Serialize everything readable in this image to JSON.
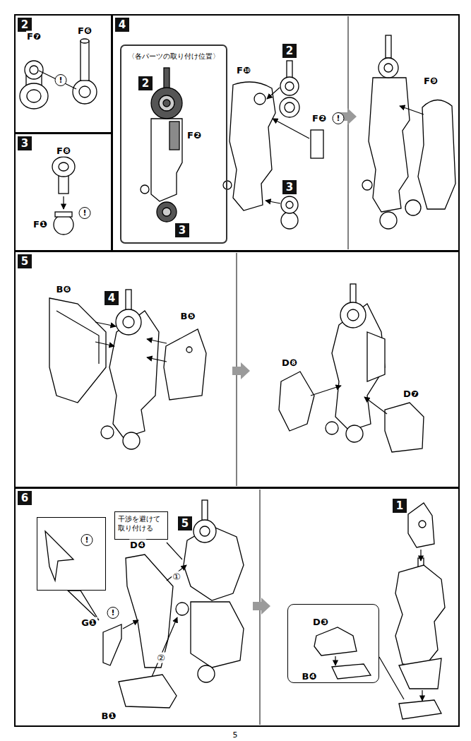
{
  "diagram": {
    "nodes": [
      {
        "text": [
          "2"
        ]
      },
      {
        "text": [
          "3"
        ]
      },
      {
        "text": [
          "4"
        ]
      },
      {
        "text": [
          "〈各パーツの取り付け位置〉"
        ],
        "in": 2
      },
      {
        "text": [
          "5"
        ]
      },
      {
        "text": [
          "6"
        ]
      },
      {
        "text": [
          "干渉を避けて取り付ける"
        ],
        "in": 5
      },
      {
        "text": [
          "!"
        ],
        "in": 5
      },
      {
        "text": [
          "D❸",
          "B❹"
        ],
        "in": 5
      }
    ],
    "labels": [
      "F❼",
      "F❻",
      "!",
      "F❽",
      "F❶",
      "!",
      "2",
      "F❷",
      "3",
      "F❿",
      "2",
      "F❷",
      "!",
      "3",
      "F❾",
      "B❻",
      "4",
      "B❺",
      "D❽",
      "D❼",
      "D❹",
      "5",
      "①",
      "G❶",
      "!",
      "②",
      "B❶",
      "1",
      "5"
    ]
  }
}
